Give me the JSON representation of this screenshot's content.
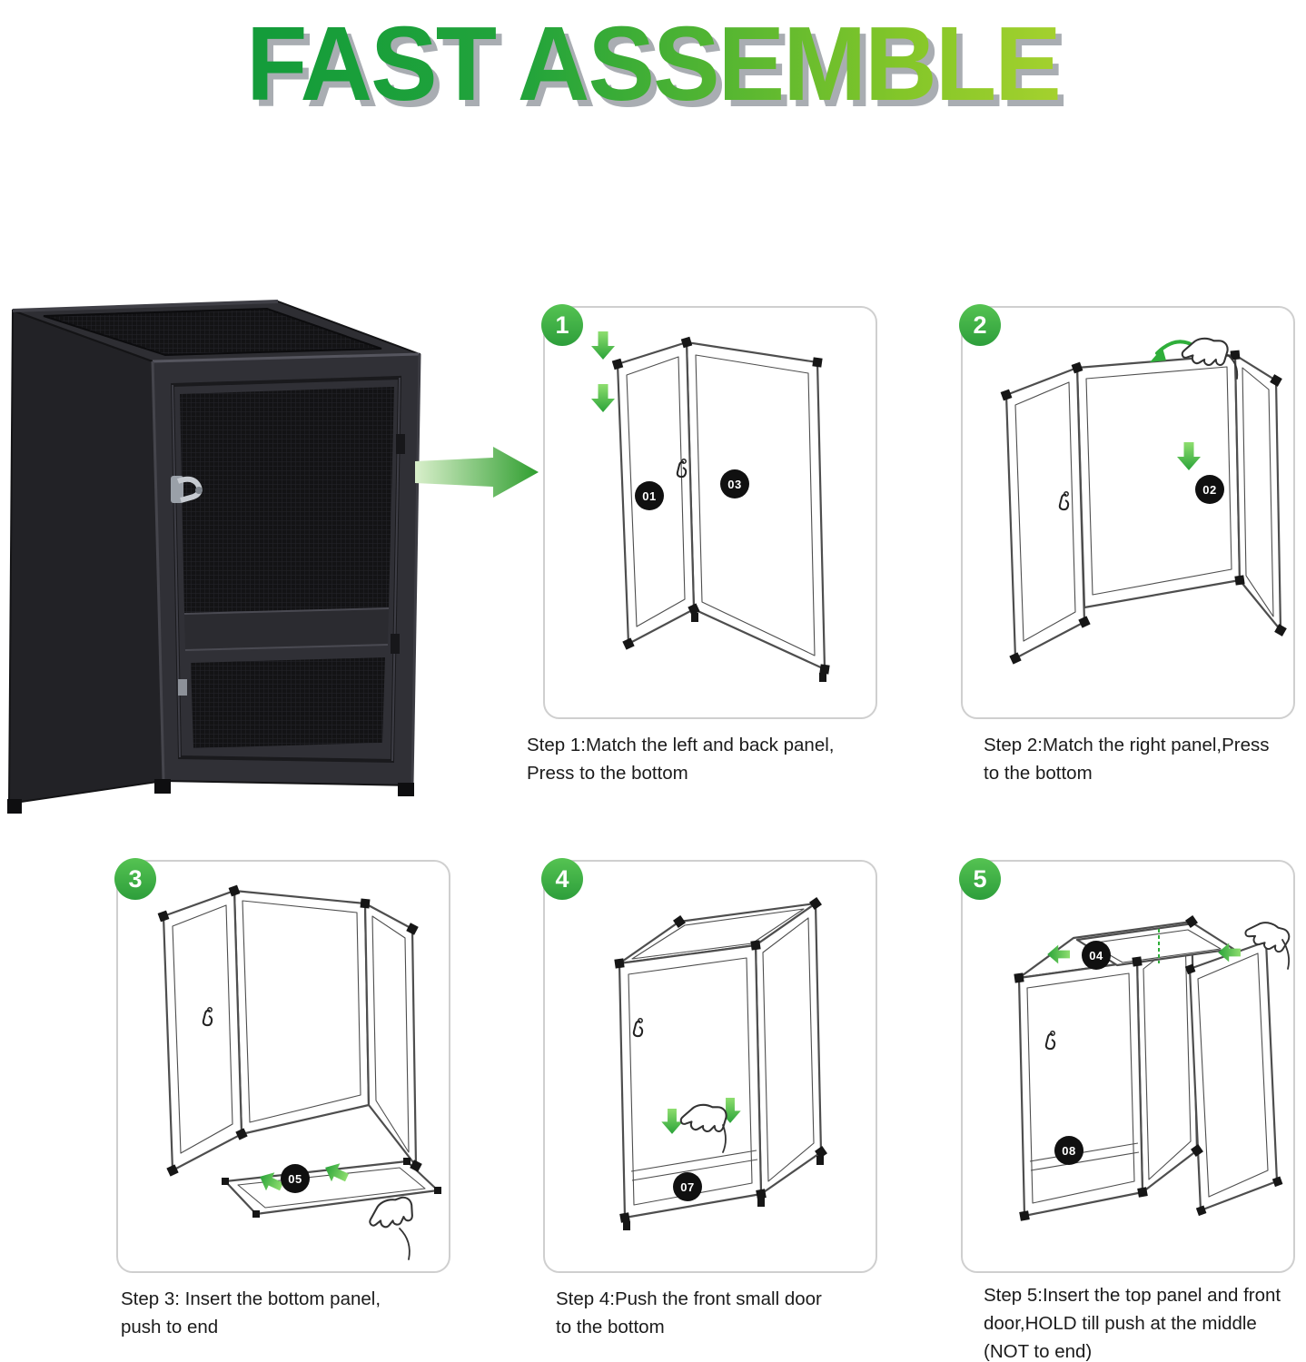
{
  "title": "FAST ASSEMBLE",
  "colors": {
    "title_green_dark": "#0f9a3a",
    "title_green_light": "#bcd931",
    "arrow_green": "#2fae3a",
    "badge_black": "#101010",
    "step_circle_green": "#3cb043",
    "cage_body": "#2e2e33"
  },
  "steps": [
    {
      "number": "1",
      "caption": "Step 1:Match the left and back panel,\nPress to the bottom",
      "parts": [
        "01",
        "03"
      ]
    },
    {
      "number": "2",
      "caption": "Step 2:Match the right panel,Press\nto the bottom",
      "parts": [
        "02"
      ]
    },
    {
      "number": "3",
      "caption": "Step 3: Insert the bottom panel,\npush to end",
      "parts": [
        "05"
      ]
    },
    {
      "number": "4",
      "caption": "Step 4:Push the front small door\nto the bottom",
      "parts": [
        "07"
      ]
    },
    {
      "number": "5",
      "caption": "Step 5:Insert the top panel and front\ndoor,HOLD till push at the middle\n(NOT to end)",
      "parts": [
        "04",
        "08"
      ]
    }
  ]
}
